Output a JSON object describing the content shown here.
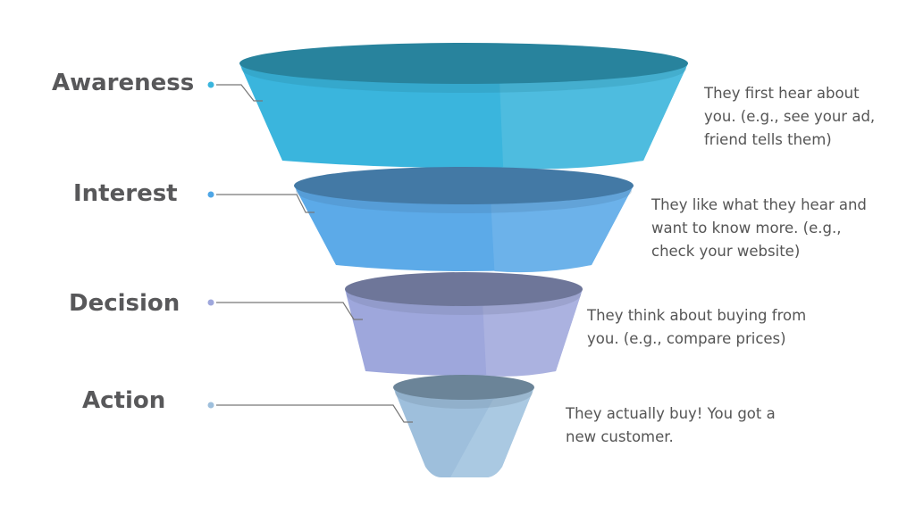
{
  "stages": [
    {
      "label": "Awareness",
      "description": "They first hear about\nyou. (e.g., see your ad,\nfriend tells them)",
      "top_color": "#28839d",
      "body_color": "#3ab5dd",
      "side_color": "#4ebcdf",
      "dot_color": "#3ab5dd"
    },
    {
      "label": "Interest",
      "description": "They like what they hear and\nwant to know more. (e.g.,\ncheck your website)",
      "top_color": "#4379a5",
      "body_color": "#5caae8",
      "side_color": "#6cb2ea",
      "dot_color": "#4ea6e6"
    },
    {
      "label": "Decision",
      "description": "They think about buying from\nyou. (e.g., compare prices)",
      "top_color": "#6e7699",
      "body_color": "#9ea7dc",
      "side_color": "#abb2e0",
      "dot_color": "#9ea7dc"
    },
    {
      "label": "Action",
      "description": "They actually buy! You got a\nnew customer.",
      "top_color": "#6b8498",
      "body_color": "#9ebfdc",
      "side_color": "#aac9e2",
      "dot_color": "#9ebfdc"
    }
  ]
}
